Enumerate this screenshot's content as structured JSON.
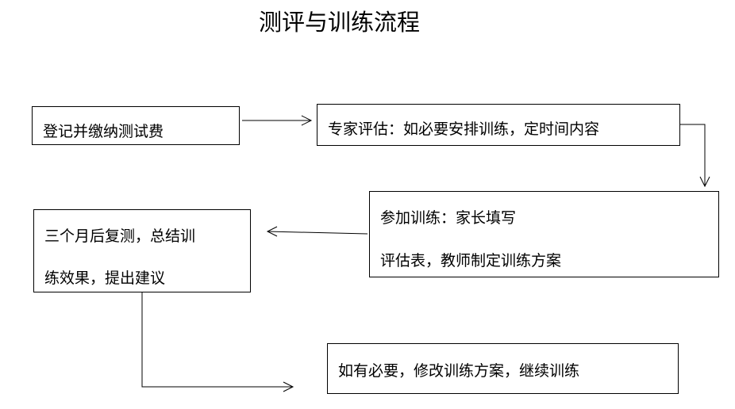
{
  "title": "测评与训练流程",
  "steps": [
    {
      "lines": [
        "登记并缴纳测试费"
      ]
    },
    {
      "lines": [
        "专家评估：如必要安排训练，定时间内容"
      ]
    },
    {
      "lines": [
        "参加训练：家长填写",
        "评估表，教师制定训练方案"
      ]
    },
    {
      "lines": [
        "三个月后复测，总结训",
        "练效果，提出建议"
      ]
    },
    {
      "lines": [
        "如有必要，修改训练方案，继续训练"
      ]
    }
  ],
  "colors": {
    "line": "#000000",
    "background": "#ffffff"
  }
}
